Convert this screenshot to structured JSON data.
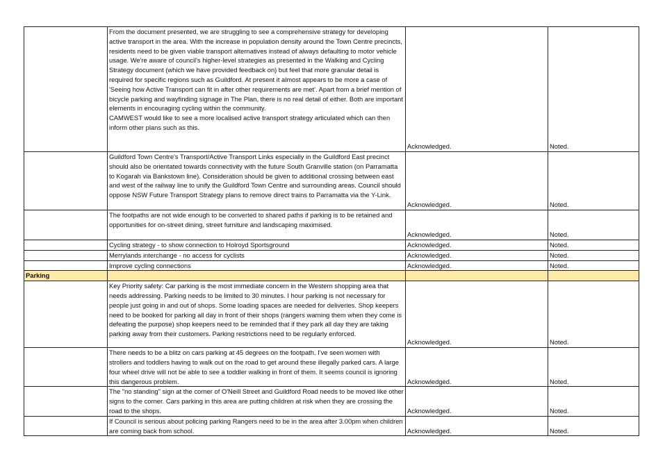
{
  "rows": [
    {
      "type": "row",
      "category": "",
      "comment": "From the document presented, we are struggling to see a comprehensive strategy for developing active transport in the area. With the increase in population density around the Town Centre precincts, residents need to be given viable transport alternatives instead of always defaulting to motor vehicle usage.                                                    We're aware of council's higher-level strategies as presented in the Walking and Cycling Strategy document (which we have provided feedback on) but feel that more granular detail is required for specific regions such as Guildford. At present it almost appears to be more a case of 'Seeing how Active Transport can fit in after other requirements are met'. Apart from a brief mention of bicycle parking and wayfinding signage in The Plan, there is no real detail of either. Both are important elements in encouraging cycling within the community.\nCAMWEST would like to see a more localised active transport strategy articulated which can then inform other plans such as this.",
      "response": "Acknowledged.",
      "action": "Noted."
    },
    {
      "type": "row",
      "category": "",
      "comment": "Guildford Town Centre's Transport/Active Transport Links especially in the Guildford East precinct should also be orientated towards connectivity with the future South Granville station (on Parramatta to Kogarah via Bankstown line). Consideration should be given to additional crossing between east and west of the railway line to unify the Guildford Town Centre and surrounding areas. Council should oppose NSW Future Transport Strategy plans to remove direct trains to Parramatta via the Y-Link.",
      "response": "Acknowledged.",
      "action": "Noted."
    },
    {
      "type": "row",
      "category": "",
      "comment": "The footpaths are not wide enough to be converted to shared paths if parking is to be retained and opportunities for on-street dining, street furniture and landscaping maximised.",
      "response": "Acknowledged.",
      "action": "Noted."
    },
    {
      "type": "row",
      "category": "",
      "comment": "Cycling strategy - to show connection to Holroyd Sportsground",
      "response": "Acknowledged.",
      "action": "Noted."
    },
    {
      "type": "row",
      "category": "",
      "comment": "Merrylands interchange - no access for cyclists",
      "response": "Acknowledged.",
      "action": "Noted."
    },
    {
      "type": "row",
      "category": "",
      "comment": "Improve cycling connections",
      "response": "Acknowledged.",
      "action": "Noted."
    },
    {
      "type": "section",
      "category": "Parking",
      "comment": "",
      "response": "",
      "action": ""
    },
    {
      "type": "row",
      "category": "",
      "comment": "Key Priority safety: Car parking is the most immediate concern in the Western shopping area that needs addressing. Parking needs to be limited to 30 minutes. I hour parking is not necessary for people just going in and out of shops. Some loading spaces are needed for deliveries. Shop keepers need to be booked for parking all day in front of their shops (rangers warning them when they come is defeating the purpose) shop keepers need to be reminded that if they park all day they are taking parking away from their customers. Parking restrictions need to be regularly enforced.",
      "response": "Acknowledged.",
      "action": "Noted."
    },
    {
      "type": "row",
      "category": "",
      "comment": "There needs to be a blitz on cars parking at 45 degrees on the footpath. I've seen women with strollers and toddlers having to walk out on the road to get around these illegally parked cars. A large four wheel drive will not be able to see a toddler walking in front of them. It seems council is ignoring this dangerous problem.",
      "response": "Acknowledged.",
      "action": "Noted."
    },
    {
      "type": "row",
      "category": "",
      "comment": "The \"no standing\" sign at the corner of O'Neill Street and Guildford Road needs to be moved like other signs to the corner. Cars parking in this area are putting children at risk when they are crossing the road to the shops.",
      "response": "Acknowledged.",
      "action": "Noted."
    },
    {
      "type": "row",
      "category": "",
      "comment": "If Council is serious about policing parking Rangers need to be in the area after 3.00pm when children are coming back from school.",
      "response": "Acknowledged.",
      "action": "Noted."
    }
  ]
}
